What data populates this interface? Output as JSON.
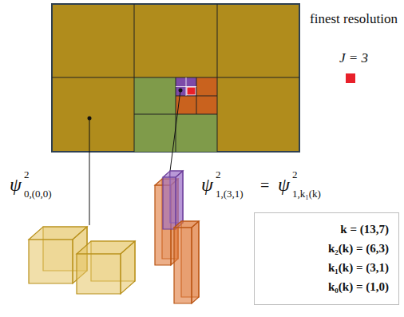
{
  "diagram": {
    "nodes": [
      {
        "text": [
          "k = (13,7)",
          "k₂(k) = (6,3)",
          "k₁(k) = (3,1)",
          "k₀(k) = (1,0)"
        ]
      }
    ],
    "labels": [
      "finest resolution",
      "J = 3",
      "ψ",
      "2",
      "0,(0,0)",
      "ψ",
      "2",
      "1,(3,1)",
      "=",
      "ψ",
      "2",
      "1,k₁(k)"
    ]
  }
}
